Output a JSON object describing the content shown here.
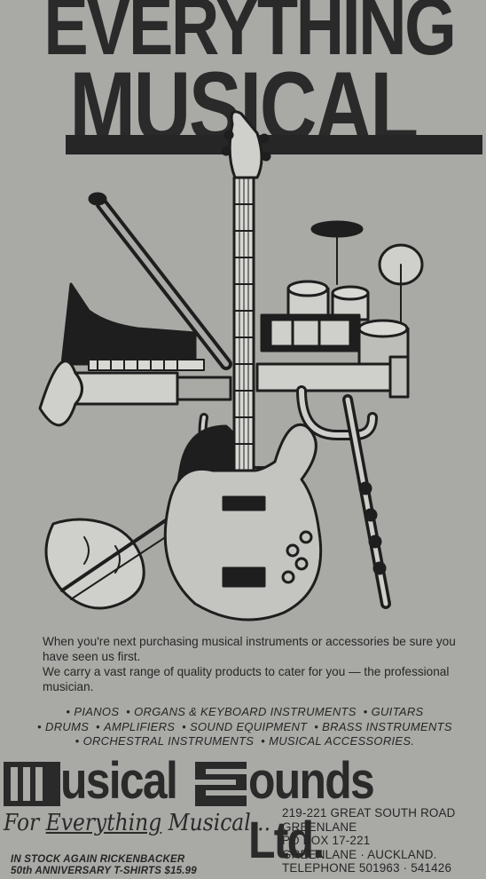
{
  "headline": {
    "line1": "EVERYTHING",
    "line2": "MUSICAL"
  },
  "intro": {
    "para1": "When you're next purchasing musical instruments or accessories be sure you have seen us first.",
    "para2": "We carry a vast range of quality products to cater for you — the professional musician."
  },
  "products": [
    "PIANOS",
    "ORGANS & KEYBOARD INSTRUMENTS",
    "GUITARS",
    "DRUMS",
    "AMPLIFIERS",
    "SOUND EQUIPMENT",
    "BRASS INSTRUMENTS",
    "ORCHESTRAL INSTRUMENTS",
    "MUSICAL ACCESSORIES."
  ],
  "logo": {
    "word1": "usical",
    "word2": "ounds Ltd."
  },
  "tagline": {
    "part1": "For ",
    "part2": "Everything",
    "part3": " Musical..."
  },
  "stock": {
    "line1": "IN STOCK AGAIN RICKENBACKER",
    "line2": "50th ANNIVERSARY T-SHIRTS $15.99"
  },
  "address": {
    "line1": "219-221 GREAT SOUTH ROAD",
    "line2": "GREENLANE",
    "line3": "PO BOX 17-221",
    "line4": "GREENLANE · AUCKLAND.",
    "line5": "TELEPHONE 501963 · 541426"
  },
  "colors": {
    "paper": "#a9a9a6",
    "ink": "#262626"
  }
}
